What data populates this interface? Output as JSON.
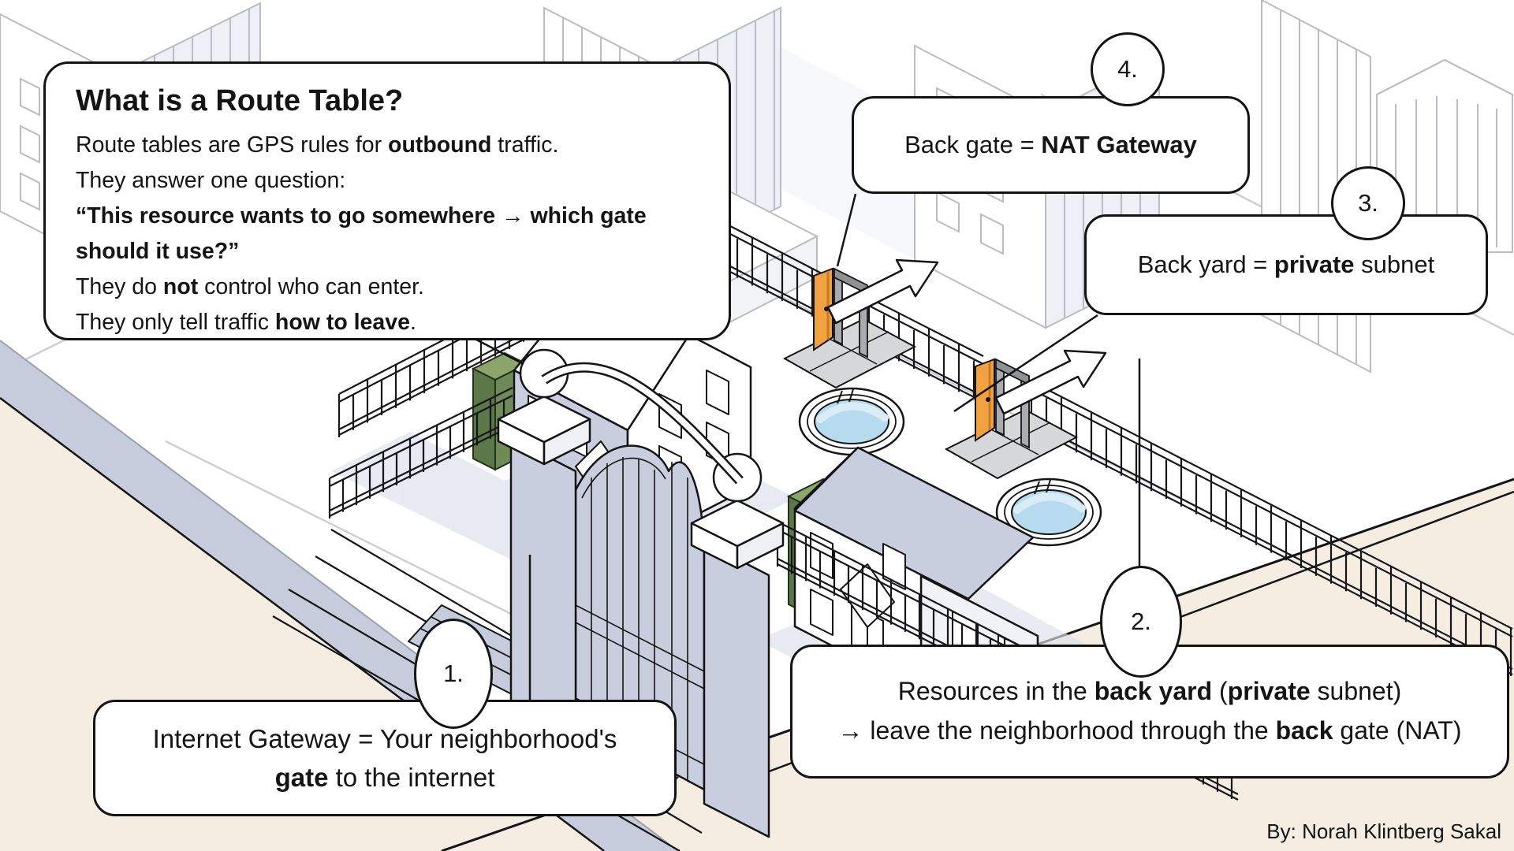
{
  "callouts": {
    "main": {
      "title": "What is a Route Table?",
      "lines": [
        {
          "segments": [
            {
              "t": "Route tables are GPS rules for "
            },
            {
              "t": "outbound",
              "b": true
            },
            {
              "t": " traffic."
            }
          ]
        },
        {
          "segments": [
            {
              "t": "They answer one question:"
            }
          ]
        },
        {
          "segments": [
            {
              "t": "“This resource wants to go somewhere → which gate should it use?”",
              "b": true
            }
          ]
        },
        {
          "segments": [
            {
              "t": "They do "
            },
            {
              "t": "not",
              "b": true
            },
            {
              "t": " control who can enter."
            }
          ]
        },
        {
          "segments": [
            {
              "t": "They only tell traffic "
            },
            {
              "t": "how to leave",
              "b": true
            },
            {
              "t": "."
            }
          ]
        }
      ]
    },
    "nat_gateway": {
      "number": "4.",
      "segments": [
        {
          "t": "Back gate = "
        },
        {
          "t": "NAT Gateway",
          "b": true
        }
      ]
    },
    "private_subnet": {
      "number": "3.",
      "segments": [
        {
          "t": "Back yard = "
        },
        {
          "t": "private",
          "b": true
        },
        {
          "t": " subnet"
        }
      ]
    },
    "internet_gateway": {
      "number": "1.",
      "lines": [
        {
          "segments": [
            {
              "t": "Internet Gateway = Your neighborhood's"
            }
          ]
        },
        {
          "segments": [
            {
              "t": "gate",
              "b": true
            },
            {
              "t": " to the internet"
            }
          ]
        }
      ]
    },
    "resources": {
      "number": "2.",
      "lines": [
        {
          "segments": [
            {
              "t": "Resources in the "
            },
            {
              "t": "back yard",
              "b": true
            },
            {
              "t": " ("
            },
            {
              "t": "private",
              "b": true
            },
            {
              "t": " subnet)"
            }
          ]
        },
        {
          "segments": [
            {
              "t": "→ leave the neighborhood through the "
            },
            {
              "t": "back",
              "b": true
            },
            {
              "t": " gate (NAT)"
            }
          ]
        }
      ]
    }
  },
  "credit": "By: Norah Klintberg Sakal",
  "icons": {
    "outbound-arrow": "⬈",
    "inline-arrow": "→"
  },
  "colors": {
    "ink": "#141414",
    "periwinkle": "#c9cede",
    "platform_band": "#c6ccdc",
    "beige": "#f6ede2",
    "hedge_top": "#8ba56c",
    "hedge_front": "#5c7748",
    "hedge_side": "#6f8a57",
    "pool_water": "#b6dbee",
    "pool_highlight": "#d9edf7",
    "door_orange": "#f0a142",
    "door_frame": "#a9abb0",
    "city_line": "#b9bcc4"
  }
}
